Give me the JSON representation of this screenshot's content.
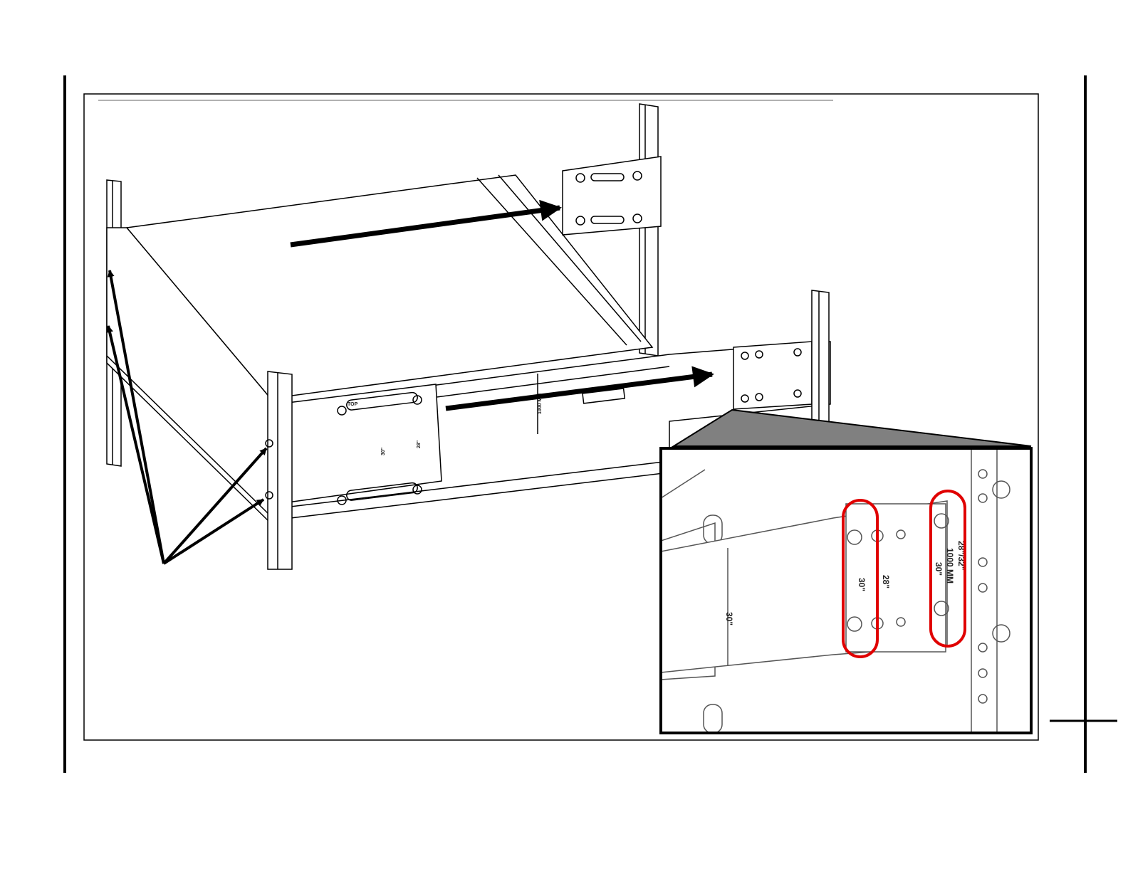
{
  "figure": {
    "main_labels": {
      "top": "TOP",
      "depth_a": "30\"",
      "depth_b": "28\"",
      "depth_c": "32\"",
      "mm_label": "1000 MM",
      "mm_sub": "30\""
    },
    "inset_labels": {
      "left_bracket": "30\"",
      "col_1": "30\"",
      "col_2": "28\"",
      "col_3_top": "1000 MM",
      "col_3_bottom": "30\"",
      "col_4": "28\"/32\""
    },
    "colors": {
      "line": "#000000",
      "highlight": "#e00000",
      "callout_fill": "#808080"
    }
  }
}
